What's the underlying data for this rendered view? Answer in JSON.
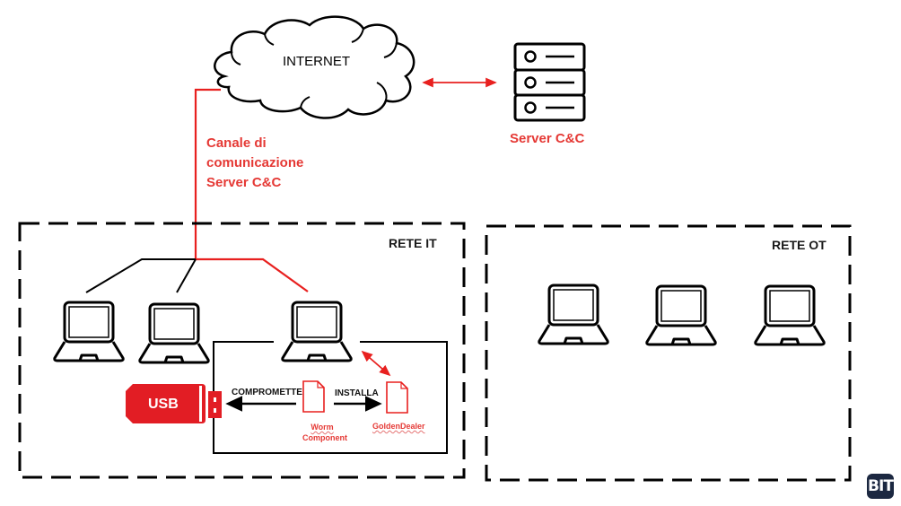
{
  "diagram": {
    "cloud": {
      "label": "INTERNET",
      "icon": "cloud-icon"
    },
    "server": {
      "label": "Server C&C",
      "icon": "server-icon"
    },
    "channel": {
      "lines": [
        "Canale di",
        "comunicazione",
        "Server C&C"
      ]
    },
    "networks": {
      "it": {
        "label": "RETE IT",
        "laptops": 3
      },
      "ot": {
        "label": "RETE OT",
        "laptops": 3
      }
    },
    "usb": {
      "label": "USB",
      "icon": "usb-drive-icon"
    },
    "actions": {
      "compromise": "COMPROMETTE",
      "install": "INSTALLA"
    },
    "files": {
      "worm": {
        "lines": [
          "Worm",
          "Component"
        ],
        "icon": "file-icon"
      },
      "golden": {
        "label": "GoldenDealer",
        "icon": "file-icon"
      }
    },
    "logo": {
      "text": "BIT"
    }
  },
  "colors": {
    "accent_red": "#e53935",
    "line_red": "#e8201f",
    "usb_red": "#e21d24",
    "black": "#000000",
    "logo_bg": "#1c2841"
  }
}
